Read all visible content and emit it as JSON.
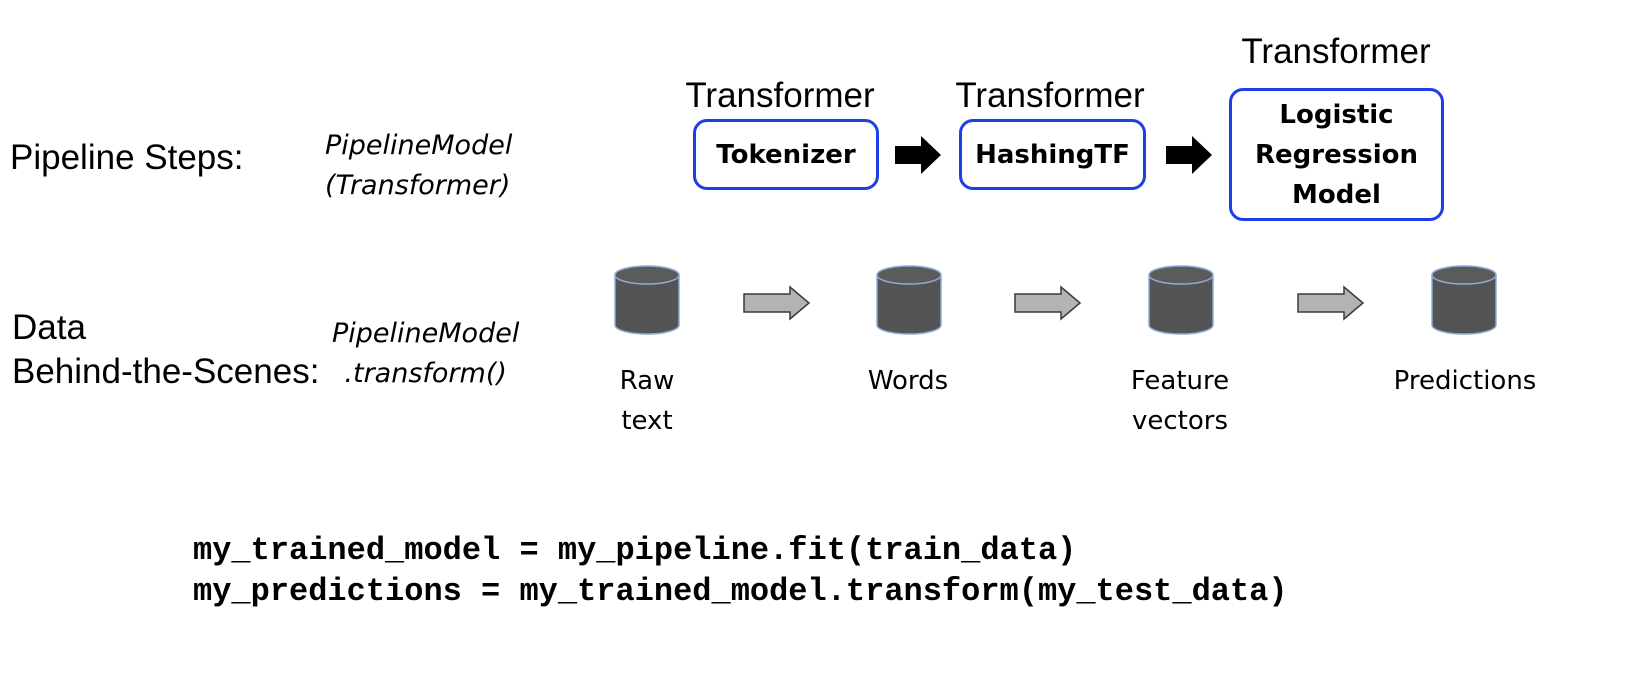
{
  "rows": {
    "pipeline_label": "Pipeline Steps:",
    "pipeline_api": "PipelineModel\n(Transformer)",
    "data_label": "Data\nBehind-the-Scenes:",
    "data_api": "PipelineModel\n.transform()"
  },
  "stages": [
    {
      "tag": "Transformer",
      "name": "Tokenizer"
    },
    {
      "tag": "Transformer",
      "name": "HashingTF"
    },
    {
      "tag": "Transformer",
      "name": "Logistic\nRegression\nModel"
    }
  ],
  "datasets": [
    {
      "label": "Raw\ntext"
    },
    {
      "label": "Words"
    },
    {
      "label": "Feature\nvectors"
    },
    {
      "label": "Predictions"
    }
  ],
  "code": {
    "line1": "my_trained_model = my_pipeline.fit(train_data)",
    "line2": "my_predictions = my_trained_model.transform(my_test_data)"
  },
  "colors": {
    "stage_border": "#1d3fe8",
    "cylinder_fill": "#545454",
    "cylinder_top": "#5b5b5b",
    "cylinder_stroke": "#8eaadb",
    "data_arrow_fill": "#b3b3b3",
    "step_arrow_fill": "#000000"
  }
}
